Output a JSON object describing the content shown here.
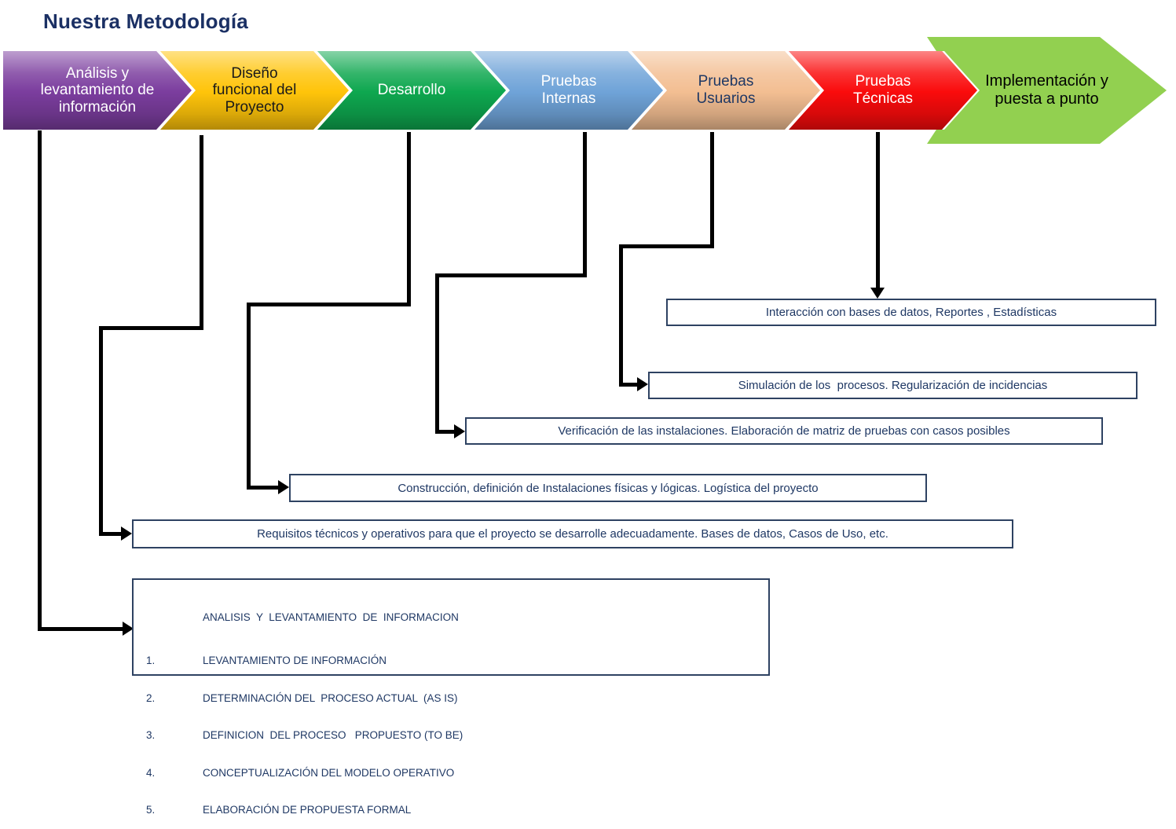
{
  "title": "Nuestra Metodología",
  "colors": {
    "title_text": "#1B3064",
    "box_border": "#2E4262",
    "box_text": "#1F3864",
    "connector": "#000000"
  },
  "steps": [
    {
      "label": "Análisis y levantamiento de información",
      "color": "#7B3D9E",
      "text_color": "#FFFFFF"
    },
    {
      "label": "Diseño funcional del Proyecto",
      "color": "#FFC40A",
      "text_color": "#1A1A1A"
    },
    {
      "label": "Desarrollo",
      "color": "#0EA74F",
      "text_color": "#FFFFFF"
    },
    {
      "label": "Pruebas Internas",
      "color": "#6FA3D8",
      "text_color": "#FFFFFF"
    },
    {
      "label": "Pruebas Usuarios",
      "color": "#F3BE92",
      "text_color": "#1F3864"
    },
    {
      "label": "Pruebas Técnicas",
      "color": "#FA0B0C",
      "text_color": "#FFFFFF"
    },
    {
      "label": "Implementación y puesta a punto",
      "color": "#92D050",
      "text_color": "#000000"
    }
  ],
  "detail_boxes": {
    "interaccion": "Interacción con bases de datos, Reportes , Estadísticas",
    "simulacion": "Simulación de los  procesos. Regularización de incidencias",
    "verificacion": "Verificación de las instalaciones. Elaboración de matriz de pruebas con casos posibles",
    "construccion": "Construcción, definición de Instalaciones físicas y lógicas. Logística del proyecto",
    "requisitos": "Requisitos técnicos y operativos para que el proyecto se desarrolle adecuadamente. Bases de datos, Casos de Uso, etc."
  },
  "analysis_box": {
    "header": "ANALISIS  Y  LEVANTAMIENTO  DE  INFORMACION",
    "items": [
      {
        "num": "1.",
        "text": "LEVANTAMIENTO DE INFORMACIÓN"
      },
      {
        "num": "2.",
        "text": "DETERMINACIÓN DEL  PROCESO ACTUAL  (AS IS)"
      },
      {
        "num": "3.",
        "text": "DEFINICION  DEL PROCESO   PROPUESTO (TO BE)"
      },
      {
        "num": "4.",
        "text": "CONCEPTUALIZACIÓN DEL MODELO OPERATIVO"
      },
      {
        "num": "5.",
        "text": "ELABORACIÓN DE PROPUESTA FORMAL"
      }
    ]
  }
}
